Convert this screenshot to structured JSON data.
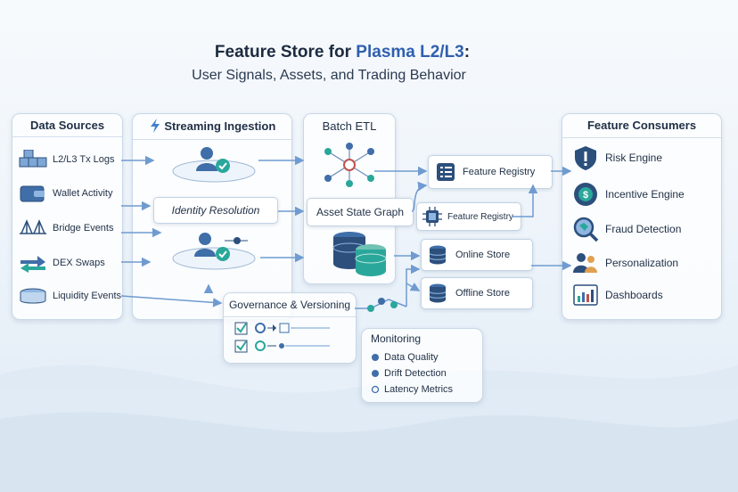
{
  "title": {
    "prefix": "Feature Store for ",
    "highlight": "Plasma L2/L3",
    "suffix": ":"
  },
  "subtitle": "User Signals, Assets, and Trading Behavior",
  "data_sources": {
    "heading": "Data Sources",
    "items": [
      "L2/L3 Tx Logs",
      "Wallet Activity",
      "Bridge Events",
      "DEX Swaps",
      "Liquidity Events"
    ]
  },
  "streaming": {
    "heading": "Streaming Ingestion",
    "identity_resolution": "Identity Resolution"
  },
  "batch": {
    "heading": "Batch ETL",
    "asset_state_graph": "Asset State Graph"
  },
  "registry": {
    "feature_registry": "Feature Registry",
    "feature_registry_2": "Feature Registry"
  },
  "stores": {
    "online": "Online Store",
    "offline": "Offline Store"
  },
  "governance": {
    "heading": "Governance & Versioning"
  },
  "monitoring": {
    "heading": "Monitoring",
    "items": [
      "Data Quality",
      "Drift Detection",
      "Latency Metrics"
    ]
  },
  "consumers": {
    "heading": "Feature Consumers",
    "items": [
      "Risk Engine",
      "Incentive Engine",
      "Fraud Detection",
      "Personalization",
      "Dashboards"
    ]
  },
  "colors": {
    "accent": "#2f5fae",
    "teal": "#2aa79b",
    "navy": "#2c4f7c",
    "arrow": "#6f9bd0"
  }
}
